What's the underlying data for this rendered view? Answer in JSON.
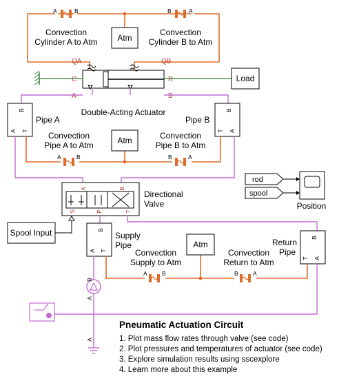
{
  "blocks": {
    "conv_cyl_a": [
      "Convection",
      "Cylinder A to Atm"
    ],
    "conv_cyl_b": [
      "Convection",
      "Cylinder B to Atm"
    ],
    "atm_top": "Atm",
    "load": "Load",
    "actuator": "Double-Acting Actuator",
    "pipe_a": "Pipe A",
    "pipe_b": "Pipe B",
    "conv_pipe_a": [
      "Convection",
      "Pipe A to Atm"
    ],
    "conv_pipe_b": [
      "Convection",
      "Pipe B to Atm"
    ],
    "atm_mid": "Atm",
    "dir_valve": [
      "Directional",
      "Valve"
    ],
    "spool_input": "Spool Input",
    "supply_pipe": [
      "Supply",
      "Pipe"
    ],
    "atm_bottom": "Atm",
    "conv_supply": [
      "Convection",
      "Supply to Atm"
    ],
    "conv_return": [
      "Convection",
      "Return to Atm"
    ],
    "return_pipe": [
      "Return",
      "Pipe"
    ],
    "position": "Position",
    "goto_rod": "rod",
    "goto_spool": "spool"
  },
  "ports": {
    "a": "A",
    "b": "B",
    "t": "T",
    "p": "P",
    "s": "S",
    "qa": "QA",
    "qb": "QB",
    "c": "C",
    "r": "R"
  },
  "notes": {
    "title": "Pneumatic Actuation Circuit",
    "items": [
      "1. Plot mass flow rates through valve (see code)",
      "2. Plot pressures and temperatures of actuator (see code)",
      "3. Explore simulation results using sscexplore",
      "4. Learn more about this example"
    ]
  },
  "colors": {
    "thermal": "#e06c2a",
    "gas": "#c36ad3",
    "mechanical": "#2e7d32",
    "red_port": "#c0392b"
  }
}
